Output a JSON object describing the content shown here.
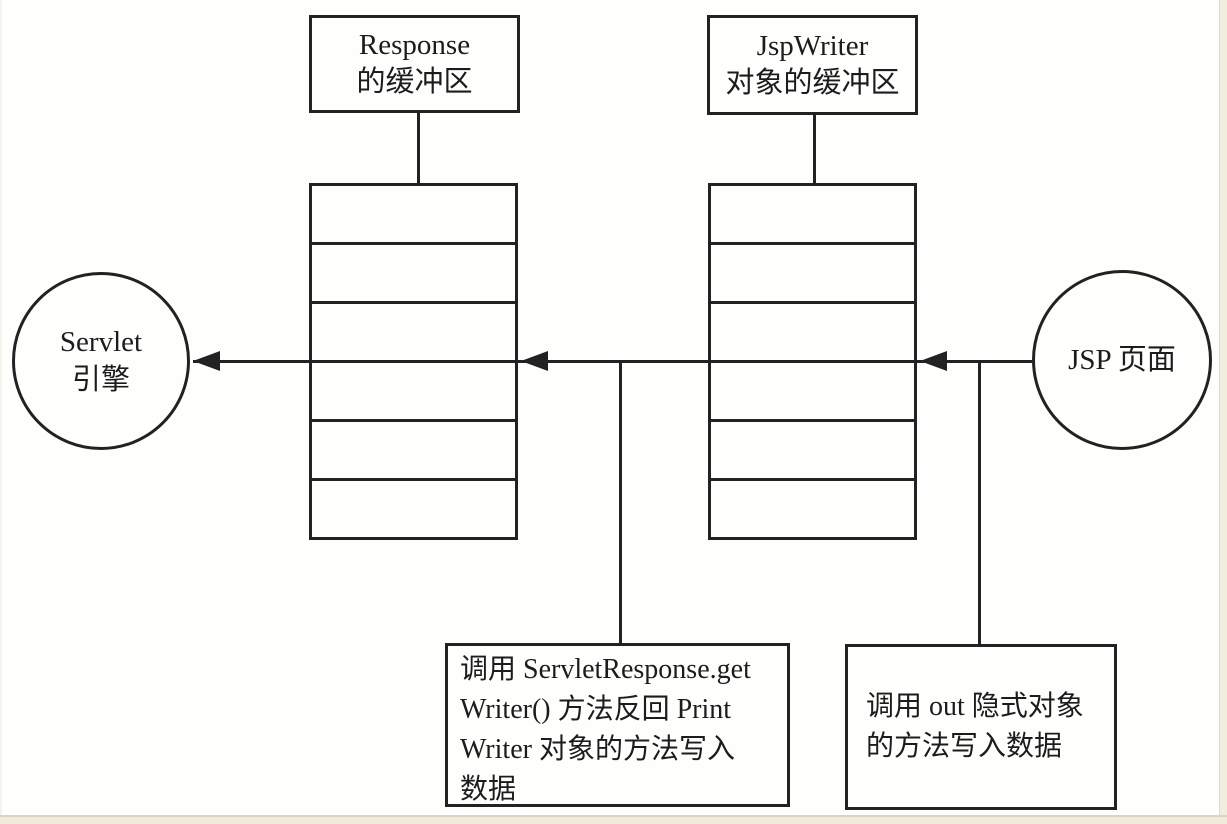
{
  "page": {
    "background": "#fefefd",
    "line_color": "#222222",
    "text_color": "#1c1c1c",
    "page_edge_color": "#efead9"
  },
  "diagram": {
    "top_boxes": {
      "response_buffer": "Response\n的缓冲区",
      "jspwriter_buffer": "JspWriter\n对象的缓冲区"
    },
    "circles": {
      "servlet_engine": "Servlet\n引擎",
      "jsp_page": "JSP 页面"
    },
    "notes": {
      "left": "调用 ServletResponse.get\nWriter() 方法反回 Print\nWriter 对象的方法写入\n数据",
      "right": "调用 out 隐式对象\n的方法写入数据"
    },
    "buffers": {
      "rows": 6
    }
  }
}
